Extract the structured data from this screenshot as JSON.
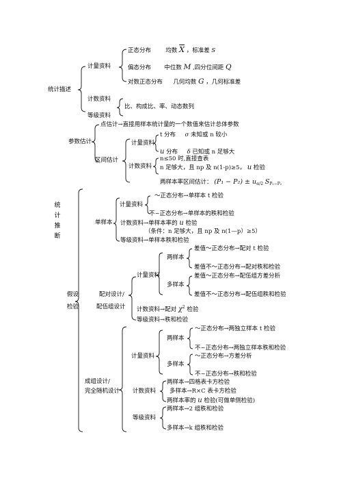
{
  "nodes": {
    "tongji_miaoshu": "统计描述",
    "jiliang_1": "计量资料",
    "zhengtai_fenbu": "正态分布",
    "zhengtai_mean": "均数",
    "zhengtai_mean_sym": "X",
    "zhengtai_sd": "，标准差",
    "zhengtai_sd_sym": "S",
    "pianta_fenbu": "偏态分布",
    "pianta_median": "中位数",
    "pianta_median_sym": "M",
    "pianta_q": ",四分位间距",
    "pianta_q_sym": "Q",
    "duishu_fenbu": "对数正态分布",
    "duishu_gmean": "几何均数",
    "duishu_gmean_sym": "G",
    "duishu_gsd": "，几何标准差",
    "jishu_1": "计数资料",
    "dengji_1": "等级资料",
    "bilv": "比、构成比、率、动态数列",
    "dian_guji": "点估计→直接用样本统计量的一个数值来估计总体参数",
    "canshu_guji": "参数估计",
    "t_fenbu": "t 分布",
    "t_cond_sym": "σ",
    "t_cond": "未知或 n 较小",
    "jiliang_2": "计量资料",
    "u_fenbu_sym": "u",
    "u_fenbu": "分布",
    "u_cond_sym": "δ",
    "u_cond": "已知或 n 足够大",
    "qujian_guji": "区间估计",
    "n_le_50": "n≤50 时,直接查表",
    "jishu_2": "计数资料",
    "n_large": "n 足够大，且 np 及 n(1-p)≥5，",
    "n_large_u": "u",
    "n_large_test": "检验",
    "liang_yangben_rate": "两样本率区间估计：",
    "liang_yangben_formula": "(P₁ − P₂) ± u",
    "liang_yangben_sub": "α/2",
    "liang_yangben_s": "S",
    "liang_yangben_s_sub": "P₁−P₂",
    "tongji_tuiduan": "统计推断",
    "zt_dan_t": "～正态分布→单样本 t 检验",
    "jiliang_3": "计量资料",
    "fzt_dan": "不~正态分布→单样本的秩和检验",
    "danyangben": "单样本",
    "jishu_dan_u": "计数资料→单样本率的",
    "jishu_dan_u_sym": "u",
    "jishu_dan_u_end": "检验",
    "tiaojian": "（条件：n 足够大，且 np 及 n(1—p）≥5）",
    "dengji_dan": "等级资料→单样本秩和检验",
    "liangyangben_1": "两样本",
    "chazhi_zt": "差值～正态分布→配对 t 检验",
    "chazhi_fzt": "差值不～正态分布→配对秩和检验",
    "jiliang_4": "计量资料",
    "duoyangben_1": "多样本",
    "chazhi_zt_multi": "差值～正态分布→配伍组方差分析",
    "jiashe_jianyan_1": "假设",
    "jiashe_jianyan_2": "检验",
    "peidui_sheji": "配对设计/",
    "peiwu_sheji": "配伍组设计",
    "chazhi_fzt_multi": "差值不～正态分布→配伍组秩和检验",
    "jishu_chi": "计数资料→配对",
    "jishu_chi_sym": "χ",
    "jishu_chi_sup": "2",
    "jishu_chi_end": "检验",
    "dengji_zhihe": "等级资料→秩和检验",
    "zt_liang_t": "～正态分布→两独立样本 t 检验",
    "liangyangben_2": "两样本",
    "fzt_liang": "不~正态分布→两独立样本秩和检验",
    "jiliang_5": "计量资料",
    "zt_fangcha": "～正态分布→方差分析",
    "duoyangben_2": "多样本",
    "fzt_zhihe": "不~正态分布→秩和检验",
    "chengzu_sheji": "成组设计/",
    "wanquan_suiji": "完全随机设计",
    "liang_sige": "两样本→四格表卡方检验",
    "jishu_3": "计数资料",
    "duo_rc": "多样本→R×C 表卡方检验",
    "liang_rate_u": "两样本率的",
    "liang_rate_u_sym": "u",
    "liang_rate_u_end": "检验(可做单侧检验)",
    "dengji_liang": "两样本→2 组秩和检验",
    "dengji_3": "等级资料",
    "dengji_duo": "多样本→k 组秩和检验"
  }
}
